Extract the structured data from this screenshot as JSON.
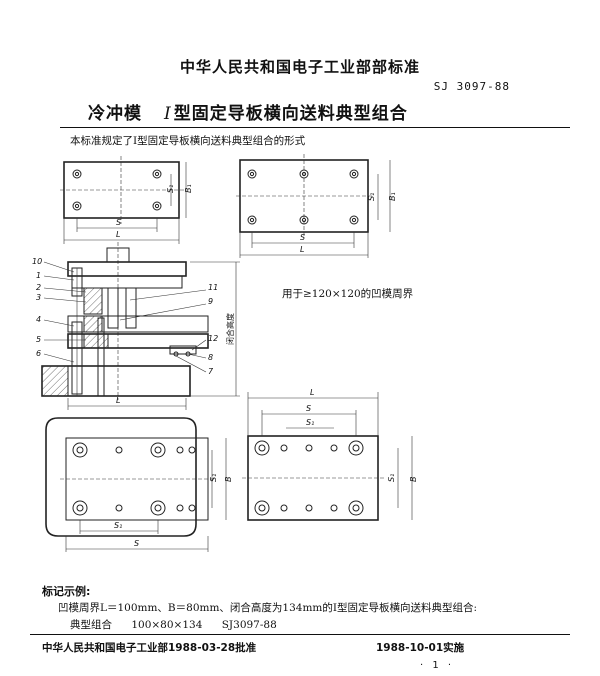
{
  "header": {
    "org_standard": "中华人民共和国电子工业部部标准",
    "code": "SJ 3097-88",
    "title_pre": "冷冲模",
    "title_roman": "I",
    "title_post": "型固定导板横向送料典型组合"
  },
  "scope": "本标准规定了Ⅰ型固定导板横向送料典型组合的形式",
  "drawing": {
    "note": "用于≥120×120的凹模周界",
    "dim_labels": {
      "l": "L",
      "s": "S",
      "s1": "S₁",
      "b1": "B₁",
      "b": "B",
      "height": "闭合高度"
    },
    "part_numbers": [
      "10",
      "1",
      "2",
      "3",
      "4",
      "5",
      "6",
      "11",
      "9",
      "12",
      "8",
      "7"
    ]
  },
  "marking": {
    "heading": "标记示例:",
    "description": "凹模周界L＝100mm、B＝80mm、闭合高度为134mm的Ⅰ型固定导板横向送料典型组合:",
    "combo_label": "典型组合",
    "combo_size": "100×80×134",
    "combo_code": "SJ3097-88"
  },
  "footer": {
    "approved": "中华人民共和国电子工业部1988-03-28批准",
    "effective": "1988-10-01实施",
    "page": "· 1 ·"
  }
}
